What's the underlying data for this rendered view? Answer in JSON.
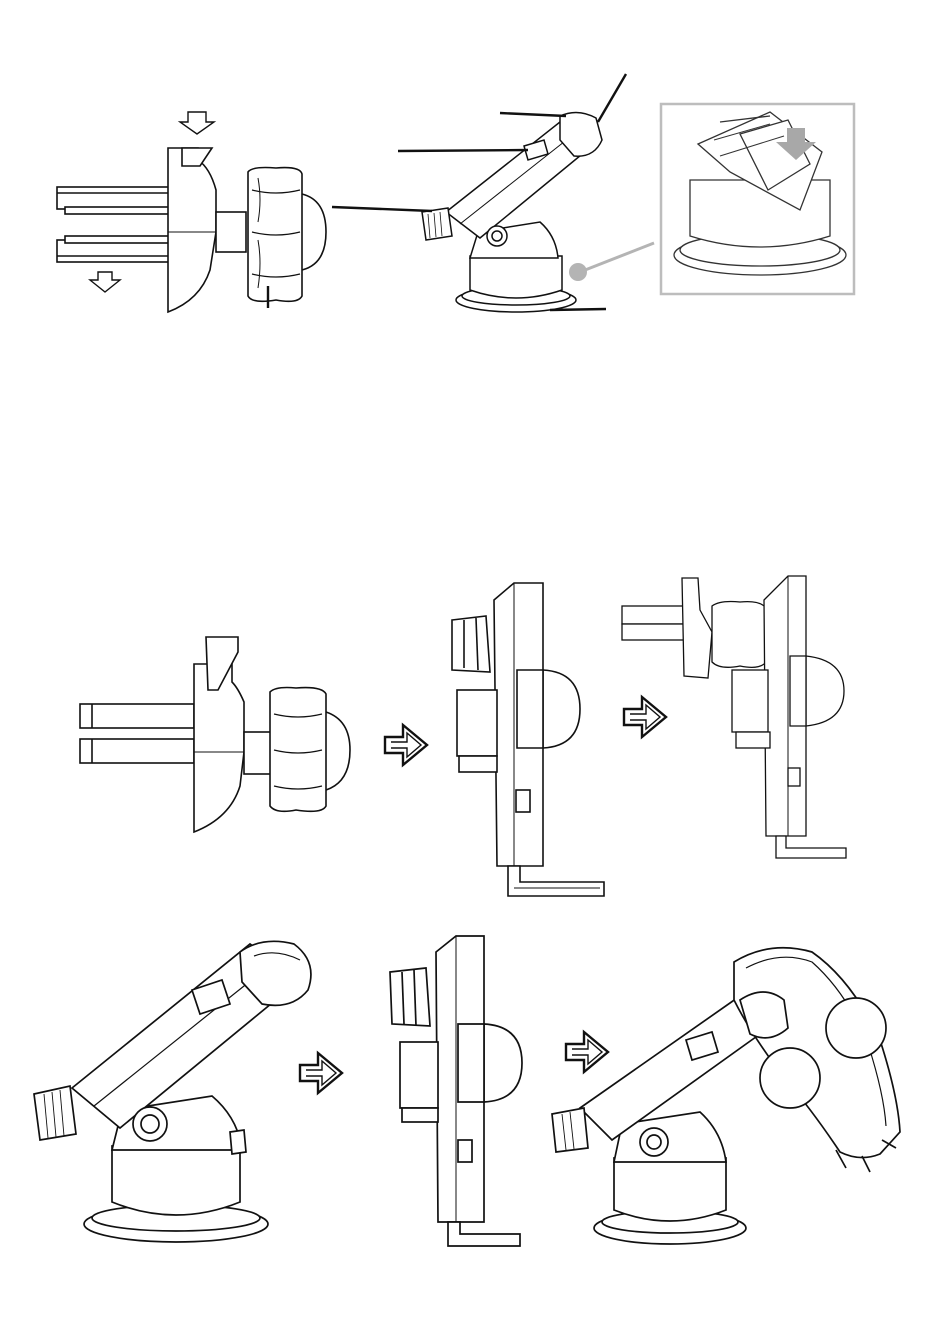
{
  "palette": {
    "ink": "#111111",
    "light_ink": "#555555",
    "gray": "#b4b4b4",
    "arrow_gray": "#a8a8a8",
    "paper": "#ffffff"
  },
  "figures": {
    "parts_overview": {
      "vent_clip_side": {
        "arrow_press_icon": "arrow-down",
        "arrow_release_icon": "arrow-down"
      },
      "dash_mount": {
        "leader_lines": 4
      },
      "detail_inset": {
        "arrow_icon": "arrow-down",
        "callout_dot": true
      }
    },
    "vent_sequence": {
      "steps": 3,
      "step_arrow_icon": "outline-right-arrow"
    },
    "dash_sequence": {
      "steps": 3,
      "step_arrow_icon": "outline-right-arrow"
    }
  }
}
